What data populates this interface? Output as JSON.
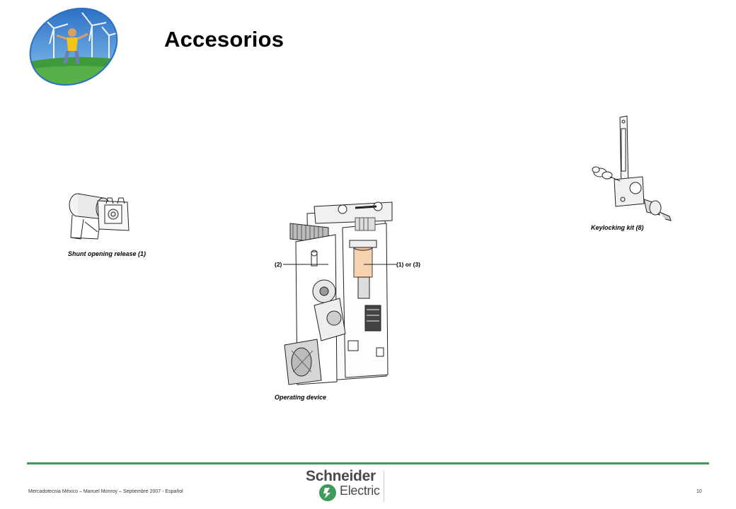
{
  "slide": {
    "title": "Accesorios"
  },
  "figures": {
    "shunt": {
      "caption": "Shunt opening release (1)"
    },
    "operating": {
      "caption": "Operating device",
      "callout_left": "(2)",
      "callout_right": "(1) or (3)"
    },
    "keylock": {
      "caption": "Keylocking kit (8)"
    }
  },
  "footer": {
    "text": "Mercadotecnia México – Manuel Monroy – Septiembre 2007 - Español",
    "page_number": "10",
    "brand_name": "Schneider",
    "brand_sub": "Electric"
  },
  "colors": {
    "accent_green": "#3f9b5a",
    "logo_sky": "#3d8fd6",
    "logo_grass": "#3f9a3c"
  },
  "icons": {
    "logo": "wind-turbine-child-photo-icon",
    "brand": "schneider-electric-logo-icon"
  }
}
